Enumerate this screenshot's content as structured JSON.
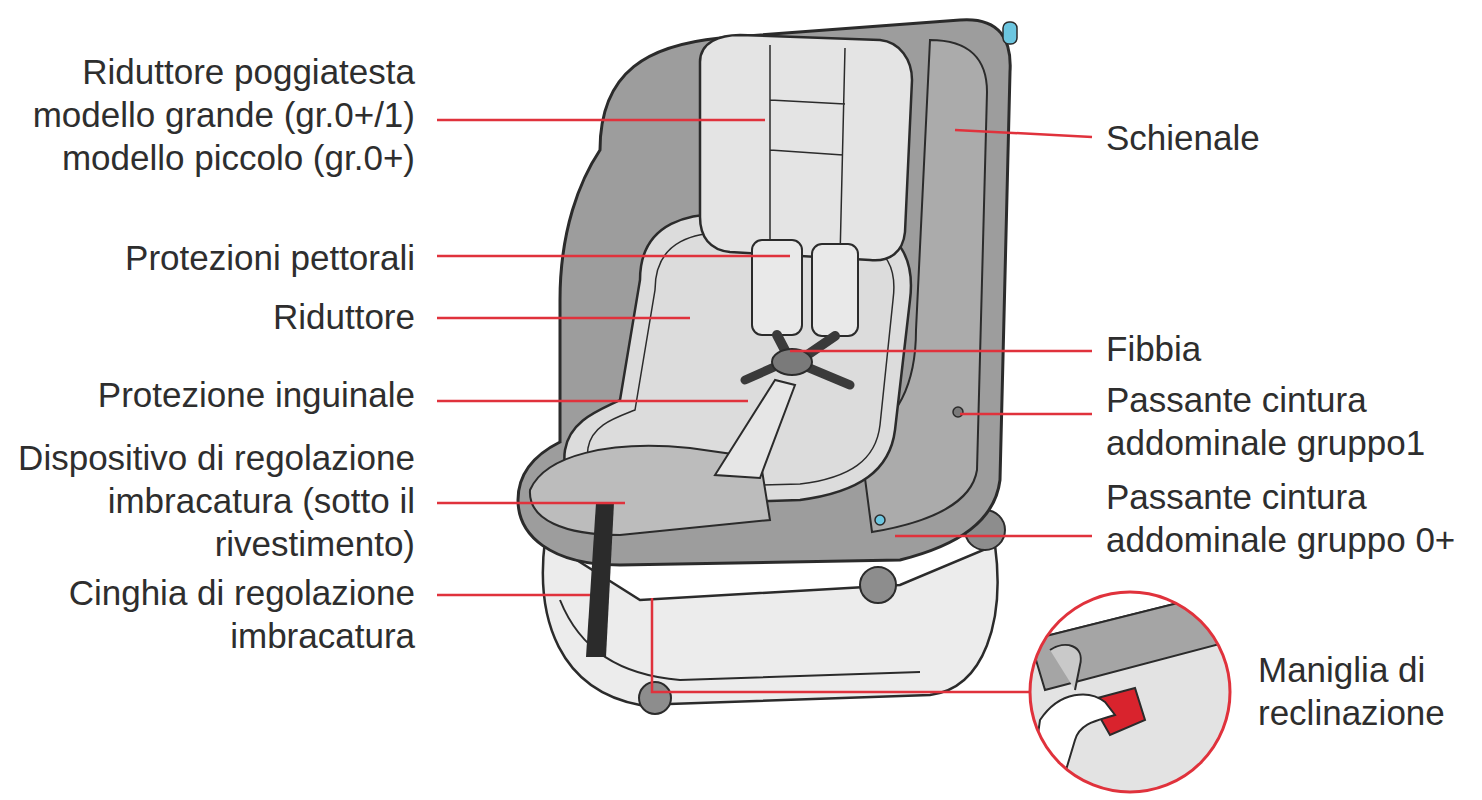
{
  "diagram": {
    "labels": [
      "Riduttore poggiatesta modello grande (gr.0+/1) modello piccolo (gr.0+)",
      "Protezioni pettorali",
      "Riduttore",
      "Protezione inguinale",
      "Dispositivo di regolazione imbracatura (sotto il rivestimento)",
      "Cinghia di regolazione imbracatura",
      "Schienale",
      "Fibbia",
      "Passante cintura addominale gruppo1",
      "Passante cintura addominale gruppo 0+",
      "Maniglia di reclinazione"
    ]
  }
}
